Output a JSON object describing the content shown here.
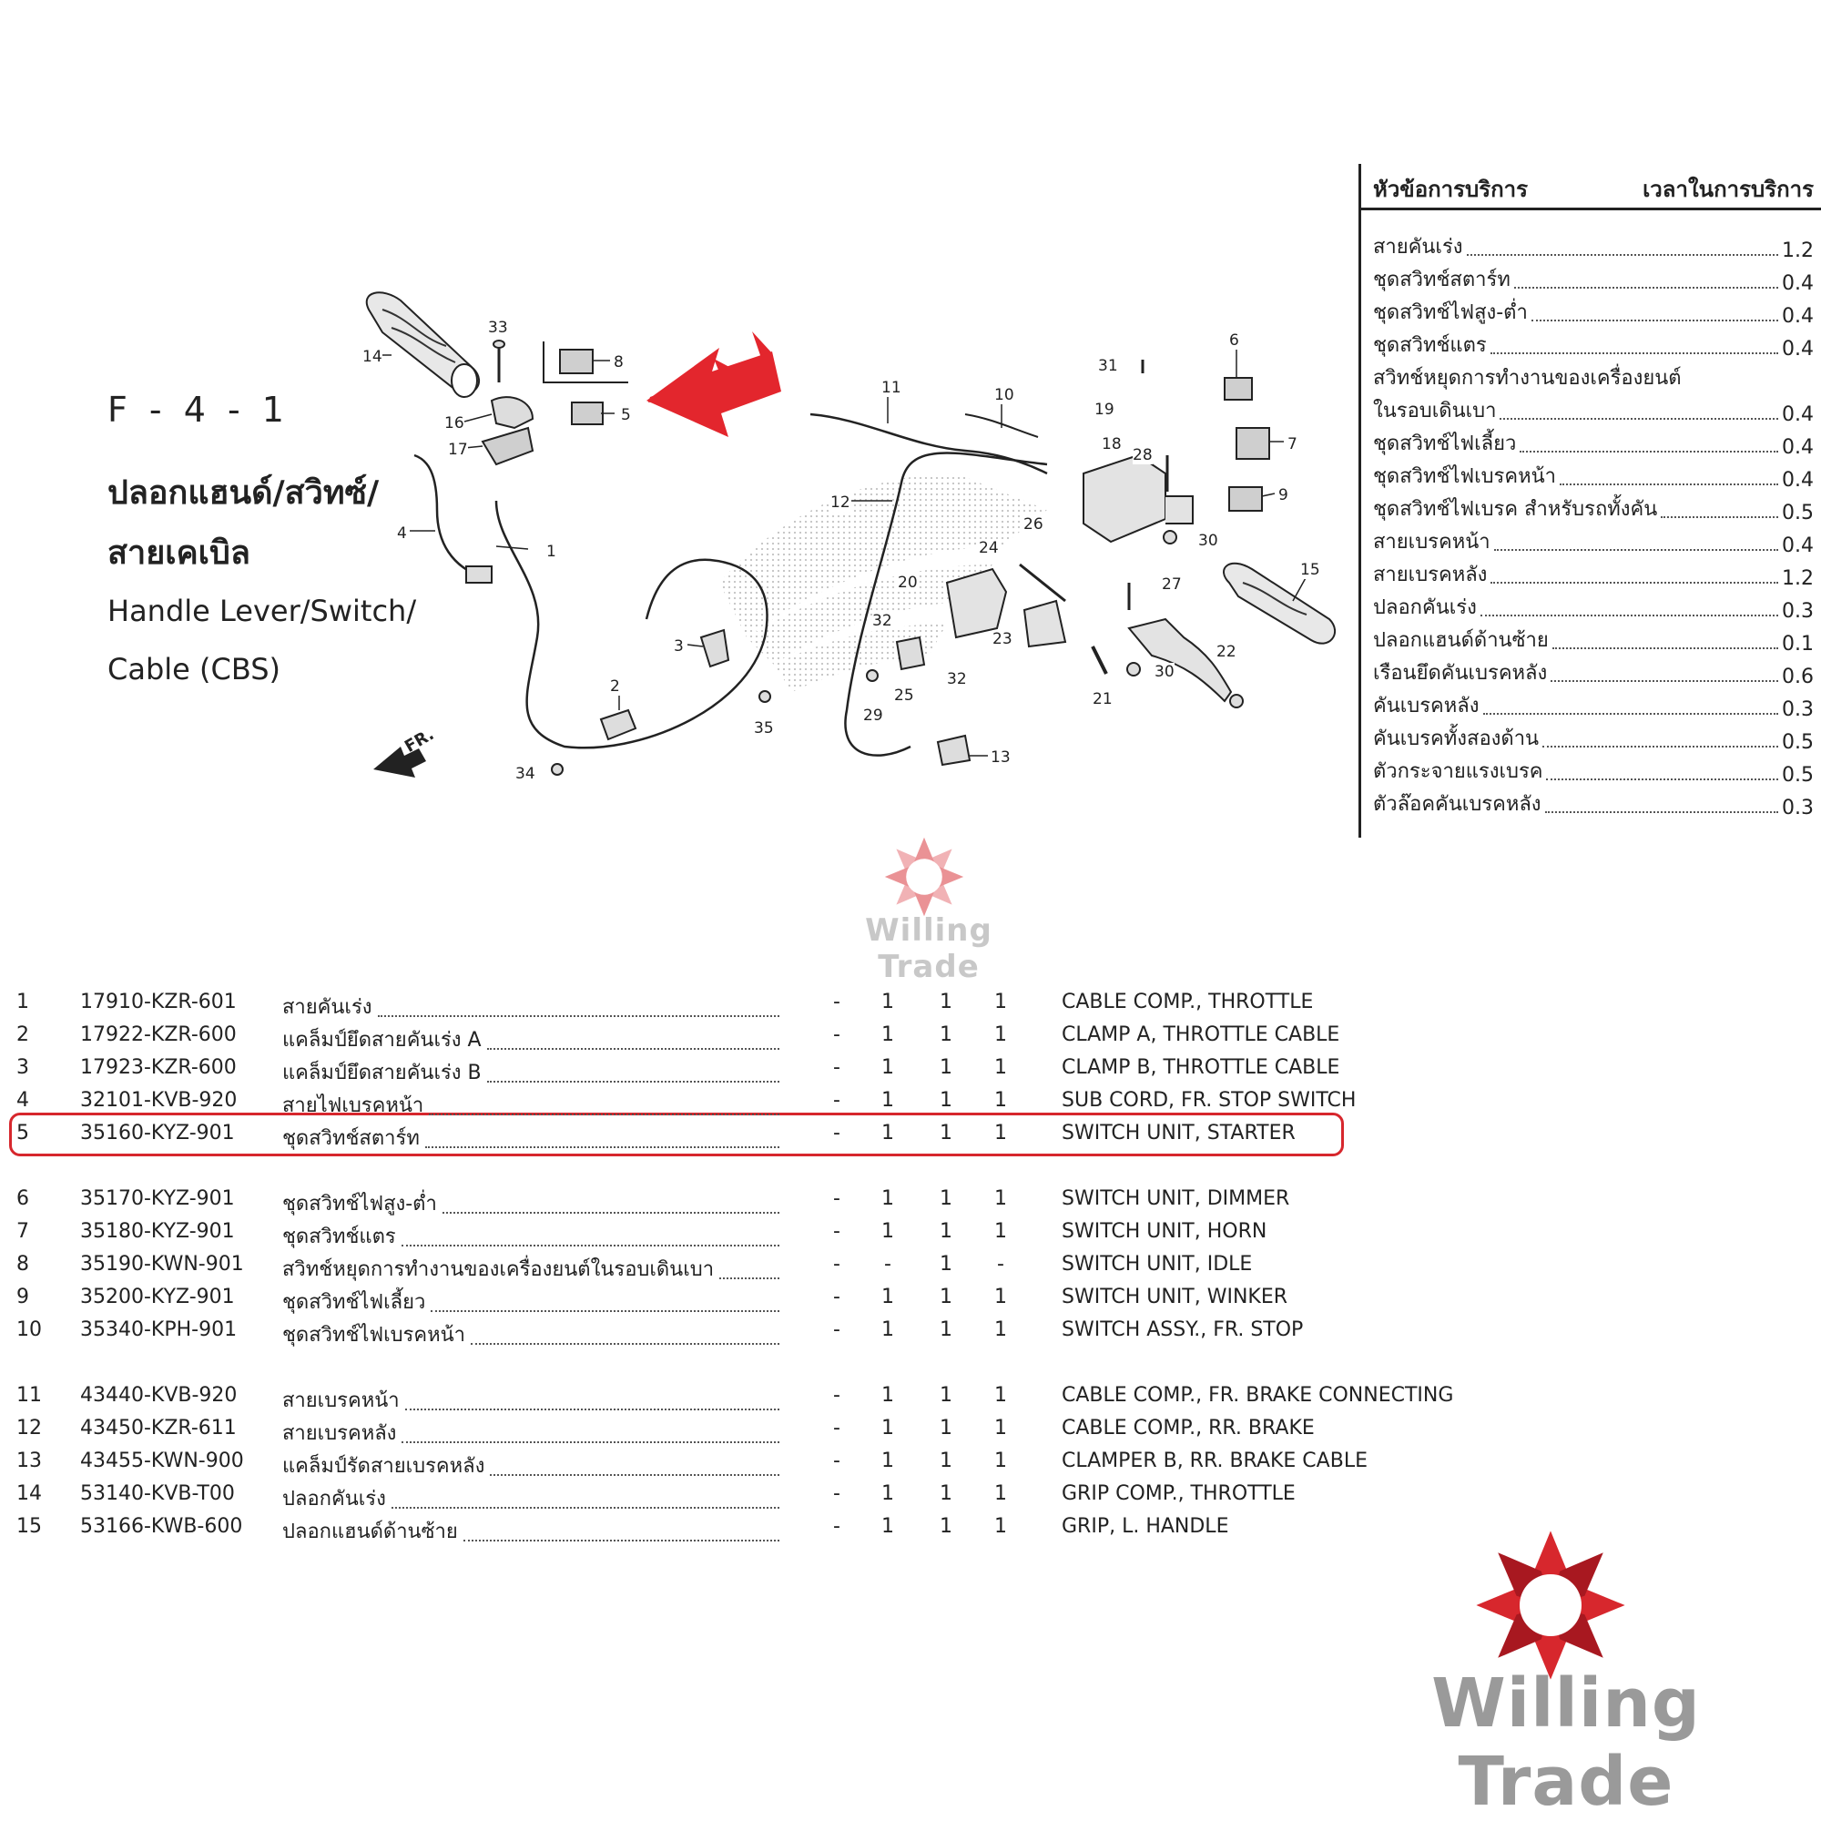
{
  "figure": {
    "code": "F - 4 - 1",
    "title_th_line1": "ปลอกแฮนด์/สวิทซ์/",
    "title_th_line2": "สายเคเบิล",
    "title_en_line1": "Handle Lever/Switch/",
    "title_en_line2": "Cable (CBS)",
    "front_marker": "FR.",
    "arrow_color": "#e3262d"
  },
  "callouts": [
    "1",
    "2",
    "3",
    "4",
    "5",
    "6",
    "7",
    "8",
    "9",
    "10",
    "11",
    "12",
    "13",
    "14",
    "15",
    "16",
    "17",
    "18",
    "19",
    "20",
    "21",
    "22",
    "23",
    "24",
    "25",
    "26",
    "27",
    "28",
    "29",
    "30",
    "30",
    "31",
    "32",
    "32",
    "33",
    "34",
    "35"
  ],
  "service_panel": {
    "header_left": "หัวข้อการบริการ",
    "header_right": "เวลาในการบริการ",
    "items": [
      {
        "label": "สายคันเร่ง",
        "value": "1.2"
      },
      {
        "label": "ชุดสวิทช์สตาร์ท",
        "value": "0.4"
      },
      {
        "label": "ชุดสวิทช์ไฟสูง-ต่ำ",
        "value": "0.4"
      },
      {
        "label": "ชุดสวิทช์แตร",
        "value": "0.4"
      },
      {
        "label": "สวิทช์หยุดการทำงานของเครื่องยนต์",
        "value": ""
      },
      {
        "label": "ในรอบเดินเบา",
        "value": "0.4"
      },
      {
        "label": "ชุดสวิทช์ไฟเลี้ยว",
        "value": "0.4"
      },
      {
        "label": "ชุดสวิทช์ไฟเบรคหน้า",
        "value": "0.4"
      },
      {
        "label": "ชุดสวิทช์ไฟเบรค สำหรับรถทั้งคัน",
        "value": "0.5"
      },
      {
        "label": "สายเบรคหน้า",
        "value": "0.4"
      },
      {
        "label": "สายเบรคหลัง",
        "value": "1.2"
      },
      {
        "label": "ปลอกคันเร่ง",
        "value": "0.3"
      },
      {
        "label": "ปลอกแฮนด์ด้านซ้าย",
        "value": "0.1"
      },
      {
        "label": "เรือนยึดคันเบรคหลัง",
        "value": "0.6"
      },
      {
        "label": "คันเบรคหลัง",
        "value": "0.3"
      },
      {
        "label": "คันเบรคทั้งสองด้าน",
        "value": "0.5"
      },
      {
        "label": "ตัวกระจายแรงเบรค",
        "value": "0.5"
      },
      {
        "label": "ตัวล๊อคคันเบรคหลัง",
        "value": "0.3"
      }
    ]
  },
  "watermark": {
    "text": "Willing Trade",
    "logo_color": "#d7272d"
  },
  "parts": [
    {
      "no": "1",
      "part_no": "17910-KZR-601",
      "name_th": "สายคันเร่ง",
      "q": [
        "-",
        "1",
        "1",
        "1"
      ],
      "name_en": "CABLE COMP., THROTTLE"
    },
    {
      "no": "2",
      "part_no": "17922-KZR-600",
      "name_th": "แคล็มป์ยึดสายคันเร่ง A",
      "q": [
        "-",
        "1",
        "1",
        "1"
      ],
      "name_en": "CLAMP A, THROTTLE CABLE"
    },
    {
      "no": "3",
      "part_no": "17923-KZR-600",
      "name_th": "แคล็มป์ยึดสายคันเร่ง B",
      "q": [
        "-",
        "1",
        "1",
        "1"
      ],
      "name_en": "CLAMP B, THROTTLE CABLE"
    },
    {
      "no": "4",
      "part_no": "32101-KVB-920",
      "name_th": "สายไฟเบรคหน้า",
      "q": [
        "-",
        "1",
        "1",
        "1"
      ],
      "name_en": "SUB CORD, FR. STOP SWITCH"
    },
    {
      "no": "5",
      "part_no": "35160-KYZ-901",
      "name_th": "ชุดสวิทช์สตาร์ท",
      "q": [
        "-",
        "1",
        "1",
        "1"
      ],
      "name_en": "SWITCH UNIT, STARTER"
    },
    {
      "no": "6",
      "part_no": "35170-KYZ-901",
      "name_th": "ชุดสวิทช์ไฟสูง-ต่ำ",
      "q": [
        "-",
        "1",
        "1",
        "1"
      ],
      "name_en": "SWITCH UNIT, DIMMER"
    },
    {
      "no": "7",
      "part_no": "35180-KYZ-901",
      "name_th": "ชุดสวิทช์แตร",
      "q": [
        "-",
        "1",
        "1",
        "1"
      ],
      "name_en": "SWITCH UNIT, HORN"
    },
    {
      "no": "8",
      "part_no": "35190-KWN-901",
      "name_th": "สวิทช์หยุดการทำงานของเครื่องยนต์ในรอบเดินเบา",
      "q": [
        "-",
        "-",
        "1",
        "-"
      ],
      "name_en": "SWITCH UNIT, IDLE"
    },
    {
      "no": "9",
      "part_no": "35200-KYZ-901",
      "name_th": "ชุดสวิทช์ไฟเลี้ยว",
      "q": [
        "-",
        "1",
        "1",
        "1"
      ],
      "name_en": "SWITCH UNIT, WINKER"
    },
    {
      "no": "10",
      "part_no": "35340-KPH-901",
      "name_th": "ชุดสวิทช์ไฟเบรคหน้า",
      "q": [
        "-",
        "1",
        "1",
        "1"
      ],
      "name_en": "SWITCH ASSY., FR. STOP"
    },
    {
      "no": "11",
      "part_no": "43440-KVB-920",
      "name_th": "สายเบรคหน้า",
      "q": [
        "-",
        "1",
        "1",
        "1"
      ],
      "name_en": "CABLE COMP., FR. BRAKE CONNECTING"
    },
    {
      "no": "12",
      "part_no": "43450-KZR-611",
      "name_th": "สายเบรคหลัง",
      "q": [
        "-",
        "1",
        "1",
        "1"
      ],
      "name_en": "CABLE COMP., RR. BRAKE"
    },
    {
      "no": "13",
      "part_no": "43455-KWN-900",
      "name_th": "แคล็มป์รัดสายเบรคหลัง",
      "q": [
        "-",
        "1",
        "1",
        "1"
      ],
      "name_en": "CLAMPER B, RR. BRAKE CABLE"
    },
    {
      "no": "14",
      "part_no": "53140-KVB-T00",
      "name_th": "ปลอกคันเร่ง",
      "q": [
        "-",
        "1",
        "1",
        "1"
      ],
      "name_en": "GRIP COMP., THROTTLE"
    },
    {
      "no": "15",
      "part_no": "53166-KWB-600",
      "name_th": "ปลอกแฮนด์ด้านซ้าย",
      "q": [
        "-",
        "1",
        "1",
        "1"
      ],
      "name_en": "GRIP, L. HANDLE"
    }
  ],
  "highlight_color": "#d7272d"
}
